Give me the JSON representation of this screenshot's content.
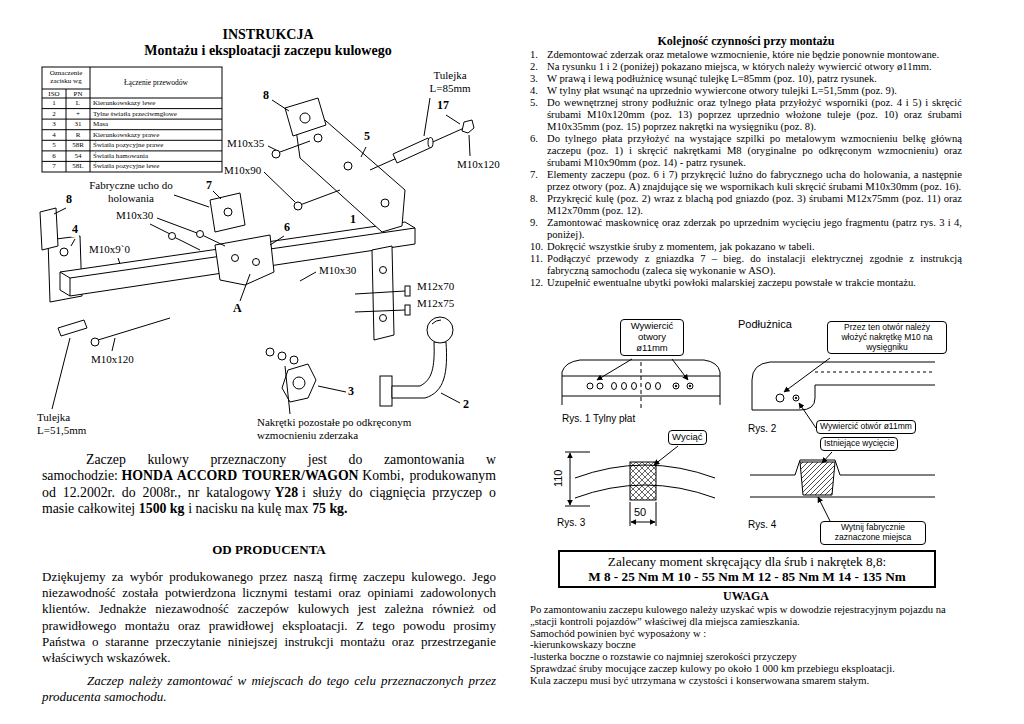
{
  "diagram": {
    "title": "INSTRUKCJA",
    "nodes": [
      {
        "text": [
          "Wywiercić otwory ø11mm"
        ]
      },
      {
        "text": [
          "Przez ten otwór należy włożyć nakrętkę M10 na wysięgniku"
        ]
      },
      {
        "text": [
          "Wywiercić otwór ø11mm"
        ]
      },
      {
        "text": [
          "Istniejące wycięcie"
        ]
      },
      {
        "text": [
          "Wyciąć"
        ]
      },
      {
        "text": [
          "Wytnij fabrycznie zaznaczone miejsca"
        ]
      },
      {
        "text": [
          "Zalecany moment skręcający dla śrub i nakrętek 8,8:",
          "M 8 - 25 Nm M 10 - 55 Nm M 12 - 85 Nm M 14 - 135 Nm"
        ]
      }
    ],
    "labels": [
      "Montażu i eksploatacji zaczepu kulowego",
      "Oznaczenie zacisku wg",
      "Łączenie przewodów",
      "ISO",
      "PN",
      "1",
      "L",
      "Kierunkowskazy lewe",
      "2",
      "+",
      "Tylne światła przeciwmgłowe",
      "3",
      "31",
      "Masa",
      "4",
      "R",
      "Kierunkowskazy prawe",
      "5",
      "58R",
      "Światła pozycyjne prawe",
      "6",
      "54",
      "Światła hamowania",
      "7",
      "58L",
      "Światła pozycyjne lewe",
      "8",
      "Tulejka L=85mm",
      "17",
      "M10x35",
      "5",
      "M10x120",
      "M10x90",
      "Fabryczne ucho do holowania",
      "7",
      "8",
      "M10x30",
      "4",
      "6",
      "1",
      "M10x9`0",
      "M10x30",
      "M12x70",
      "M12x75",
      "A",
      "M10x120",
      "3",
      "2",
      "Tulejka L=51,5mm",
      "Nakrętki pozostałe po odkręconym wzmocnieniu zderzaka",
      "Zaczep kulowy przeznaczony jest do zamontowania w samochodzie:",
      "HONDA ACCORD TOURER/WAGON",
      "Kombi, produkowanym od 12.2002r. do 2008r., nr katalogowy",
      "Y28",
      "i służy do ciągnięcia przyczep o masie całkowitej",
      "1500 kg",
      "i nacisku na kulę max",
      "75 kg.",
      "OD PRODUCENTA",
      "Dziękujemy za wybór produkowanego przez naszą firmę zaczepu kulowego. Jego niezawodność została potwierdzona licznymi testami oraz opiniami zadowolonych klientów. Jednakże niezawodność zaczepów kulowych jest zależna również od prawidłowego montażu oraz prawidłowej eksploatacji. Z tego powodu prosimy Państwa o staranne przeczytanie niniejszej instrukcji montażu oraz przestrzeganie właściwych wskazówek.",
      "Zaczep należy zamontować w miejscach do tego celu przeznaczonych przez producenta samochodu.",
      "Kolejność czynności przy montażu",
      "1.",
      "Zdemontować zderzak oraz metalowe wzmocnienie, które nie będzie ponownie montowane.",
      "2.",
      "Na rysunku 1 i 2 (poniżej) pokazano miejsca, w których należy wywiercić otwory ø11mm.",
      "3.",
      "W prawą i lewą podłużnicę wsunąć tulejkę L=85mm (poz. 10), patrz rysunek.",
      "4.",
      "W tylny płat wsunąć na uprzednio wywiercone otwory tulejki L=51,5mm (poz. 9).",
      "5.",
      "Do wewnętrznej strony podłużnic oraz tylnego płata przyłożyć wsporniki (poz. 4 i 5) i skręcić śrubami M10x120mm (poz. 13) poprzez uprzednio włożone tuleje (poz. 10) oraz śrubami M10x35mm (poz. 15) poprzez nakrętki na wysięgniku (poz. 8).",
      "6.",
      "Do tylnego płata przyłożyć na wystające szpilki po metalowym wzmocnieniu belkę główną zaczepu (poz. 1) i skręcić nakrętkami M8 (oryginalne po odkręconym wzmocnieniu) oraz śrubami M10x90mm (poz. 14) - patrz rysunek.",
      "7.",
      "Elementy zaczepu (poz. 6 i 7) przykręcić luźno do fabrycznego ucha do holowania, a następnie przez otwory (poz. A) znajdujące się we wspornikach kuli skręcić śrubami M10x30mm (poz. 16).",
      "8.",
      "Przykręcić kulę (poz. 2) wraz z blachą pod gniazdo (poz. 3) śrubami M12x75mm (poz. 11) oraz M12x70mm (poz. 12).",
      "9.",
      "Zamontować maskownicę oraz zderzak po uprzednim wycięciu jego fragmentu (patrz rys. 3 i 4, poniżej).",
      "10.",
      "Dokręcić wszystkie śruby z momentem, jak pokazano w tabeli.",
      "11.",
      "Podłączyć przewody z gniazdka 7 – bieg. do instalacji elektrycznej zgodnie z instrukcją fabryczną samochodu (zaleca się wykonanie w ASO).",
      "12.",
      "Uzupełnić ewentualne ubytki powłoki malarskiej zaczepu powstałe w trakcie montażu.",
      "Rys. 1 Tylny płat",
      "Podłużnica",
      "Rys. 2",
      "110",
      "50",
      "Rys. 3",
      "Rys. 4",
      "UWAGA",
      "Po zamontowaniu zaczepu kulowego należy uzyskać wpis w dowodzie rejestracyjnym pojazdu na „stacji kontroli pojazdów” właściwej dla miejsca zamieszkania.",
      "Samochód powinien być wyposażony w :",
      "-kierunkowskazy boczne",
      "-lusterka boczne o rozstawie co najmniej szerokości przyczepy",
      "Sprawdzać śruby mocujące zaczep kulowy po około 1 000 km przebiegu eksploatacji.",
      "Kula zaczepu musi być utrzymana w czystości i konserwowana smarem stałym."
    ]
  }
}
